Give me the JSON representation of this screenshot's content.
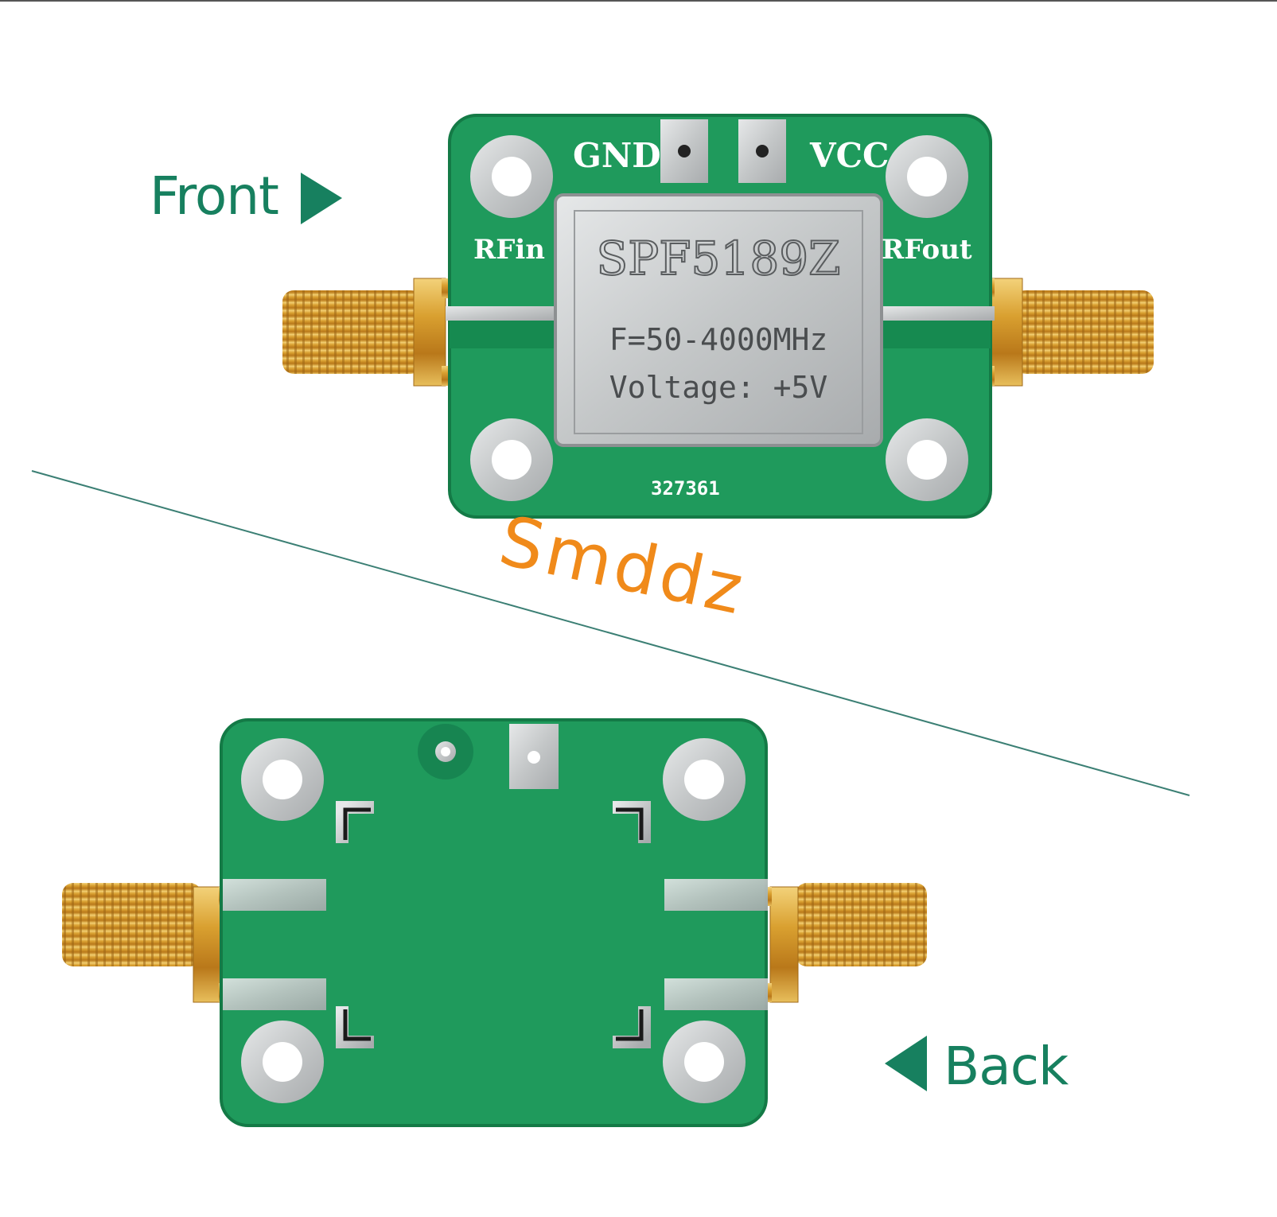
{
  "labels": {
    "front": "Front",
    "back": "Back",
    "watermark": "Smddz"
  },
  "board_front": {
    "gnd": "GND",
    "vcc": "VCC",
    "rfin": "RFin",
    "rfout": "RFout",
    "chip_name": "SPF5189Z",
    "chip_freq": "F=50-4000MHz",
    "chip_voltage": "Voltage: +5V",
    "serial": "327361"
  },
  "colors": {
    "pcb_green": "#1f9a5c",
    "pcb_edge": "#147a46",
    "label_green": "#17805f",
    "watermark_orange": "#f08a1a",
    "gold": "#d9a030",
    "silver": "#c9cccd"
  }
}
